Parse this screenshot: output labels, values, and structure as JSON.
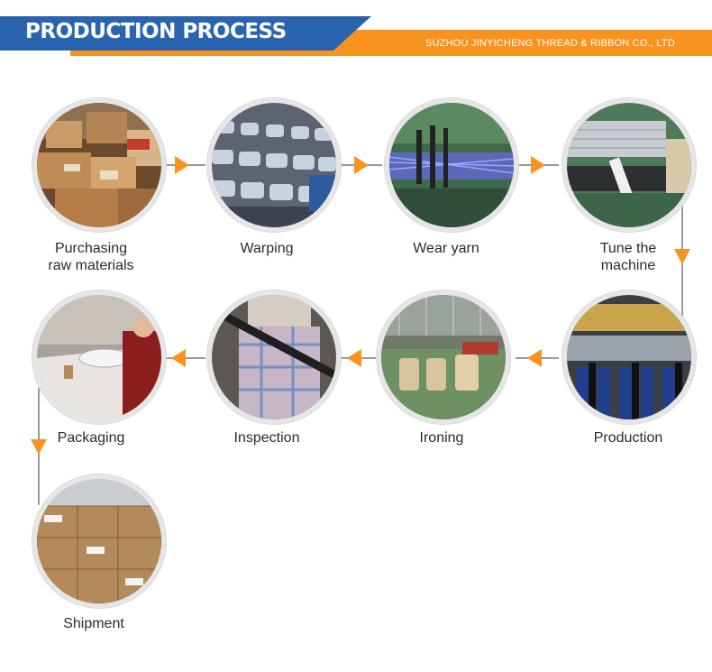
{
  "header": {
    "title": "PRODUCTION PROCESS",
    "company": "SUZHOU JINYICHENG THREAD & RIBBON CO., LTD",
    "colors": {
      "blue": "#2a63b0",
      "orange": "#f7931e"
    }
  },
  "steps": [
    {
      "label_line1": "Purchasing",
      "label_line2": "raw materials"
    },
    {
      "label_line1": "Warping",
      "label_line2": ""
    },
    {
      "label_line1": "Wear yarn",
      "label_line2": ""
    },
    {
      "label_line1": "Tune the",
      "label_line2": "machine"
    },
    {
      "label_line1": "Production",
      "label_line2": ""
    },
    {
      "label_line1": "Ironing",
      "label_line2": ""
    },
    {
      "label_line1": "Inspection",
      "label_line2": ""
    },
    {
      "label_line1": "Packaging",
      "label_line2": ""
    },
    {
      "label_line1": "Shipment",
      "label_line2": ""
    }
  ],
  "flow": {
    "connector_color": "#9a9a9a",
    "arrow_color": "#f7931e",
    "arrow_icon": "triangle-arrow-icon"
  }
}
